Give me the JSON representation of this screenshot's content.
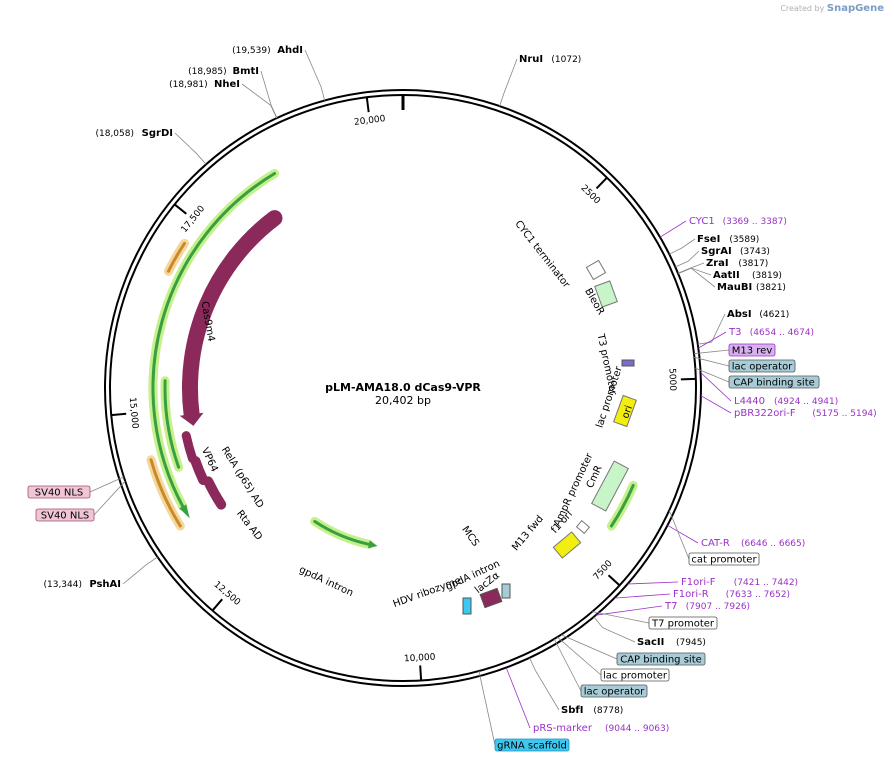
{
  "header": {
    "credit_prefix": "Created by",
    "credit_brand": "SnapGene"
  },
  "plasmid": {
    "name": "pLM-AMA18.0 dCas9-VPR",
    "length": "20,402 bp",
    "total_bp": 20402
  },
  "scale_ticks": [
    {
      "bp": 0,
      "label": ""
    },
    {
      "bp": 2500,
      "label": "2500"
    },
    {
      "bp": 5000,
      "label": "5000"
    },
    {
      "bp": 7500,
      "label": "7500"
    },
    {
      "bp": 10000,
      "label": "10,000"
    },
    {
      "bp": 12500,
      "label": "12,500"
    },
    {
      "bp": 15000,
      "label": "15,000"
    },
    {
      "bp": 17500,
      "label": "17,500"
    },
    {
      "bp": 20000,
      "label": "20,000"
    }
  ],
  "enzyme_sites": [
    {
      "name": "NruI",
      "pos": "(1072)",
      "bp": 1072
    },
    {
      "name": "FseI",
      "pos": "(3589)",
      "bp": 3589
    },
    {
      "name": "SgrAI",
      "pos": "(3743)",
      "bp": 3743
    },
    {
      "name": "ZraI",
      "pos": "(3817)",
      "bp": 3817
    },
    {
      "name": "AatII",
      "pos": "(3819)",
      "bp": 3819
    },
    {
      "name": "MauBI",
      "pos": "(3821)",
      "bp": 3821
    },
    {
      "name": "AbsI",
      "pos": "(4621)",
      "bp": 4621
    },
    {
      "name": "SacII",
      "pos": "(7945)",
      "bp": 7945
    },
    {
      "name": "SbfI",
      "pos": "(8778)",
      "bp": 8778
    },
    {
      "name": "PshAI",
      "pos": "(13,344)",
      "bp": 13344
    },
    {
      "name": "SgrDI",
      "pos": "(18,058)",
      "bp": 18058
    },
    {
      "name": "NheI",
      "pos": "(18,981)",
      "bp": 18981
    },
    {
      "name": "BmtI",
      "pos": "(18,985)",
      "bp": 18985
    },
    {
      "name": "AhdI",
      "pos": "(19,539)",
      "bp": 19539
    }
  ],
  "primers": [
    {
      "name": "CYC1",
      "range": "(3369 .. 3387)",
      "bp": 3378
    },
    {
      "name": "T3",
      "range": "(4654 .. 4674)",
      "bp": 4664
    },
    {
      "name": "L4440",
      "range": "(4924 .. 4941)",
      "bp": 4932
    },
    {
      "name": "pBR322ori-F",
      "range": "(5175 .. 5194)",
      "bp": 5184
    },
    {
      "name": "CAT-R",
      "range": "(6646 .. 6665)",
      "bp": 6655
    },
    {
      "name": "F1ori-F",
      "range": "(7421 .. 7442)",
      "bp": 7431
    },
    {
      "name": "F1ori-R",
      "range": "(7633 .. 7652)",
      "bp": 7642
    },
    {
      "name": "T7",
      "range": "(7907 .. 7926)",
      "bp": 7916
    },
    {
      "name": "pRS-marker",
      "range": "(9044 .. 9063)",
      "bp": 9053
    }
  ],
  "feature_boxes": [
    {
      "name": "M13 rev",
      "kind": "primer-box",
      "bp": 4720
    },
    {
      "name": "lac operator",
      "kind": "protein-bind",
      "bp": 4760
    },
    {
      "name": "CAP binding site",
      "kind": "protein-bind",
      "bp": 4880
    },
    {
      "name": "cat promoter",
      "kind": "promoter",
      "bp": 6500
    },
    {
      "name": "T7 promoter",
      "kind": "promoter",
      "bp": 7920
    },
    {
      "name": "CAP binding site",
      "kind": "protein-bind",
      "bp": 8350
    },
    {
      "name": "lac promoter",
      "kind": "promoter",
      "bp": 8400
    },
    {
      "name": "lac operator",
      "kind": "protein-bind",
      "bp": 8440
    },
    {
      "name": "gRNA scaffold",
      "kind": "ncrna",
      "bp": 9350
    },
    {
      "name": "SV40 NLS",
      "kind": "nls",
      "bp": 14300
    },
    {
      "name": "SV40 NLS",
      "kind": "nls",
      "bp": 14250
    }
  ],
  "inner_labels": [
    {
      "text": "CYC1 terminator"
    },
    {
      "text": "BleoR"
    },
    {
      "text": "T3 promoter"
    },
    {
      "text": "lac promoter"
    },
    {
      "text": "ori"
    },
    {
      "text": "AmpR promoter"
    },
    {
      "text": "CmR"
    },
    {
      "text": "f1 ori"
    },
    {
      "text": "M13 fwd"
    },
    {
      "text": "MCS"
    },
    {
      "text": "gpdA intron"
    },
    {
      "text": "lacZα"
    },
    {
      "text": "HDV ribozyme"
    },
    {
      "text": "gpdA intron"
    },
    {
      "text": "Cas9m4"
    },
    {
      "text": "VP64"
    },
    {
      "text": "RelA (p65) AD"
    },
    {
      "text": "Rta AD"
    }
  ],
  "colors": {
    "backbone": "#000000",
    "enzyme_label": "#000000",
    "primer_label": "#9b30c8",
    "cas9": "#8b2a5a",
    "ori": "#f2ee10",
    "resistance": "#c8f5c8",
    "intron": "#38a040",
    "intron_glow": "#c6f08c",
    "nls_fill": "#f0c6d6",
    "protein_bind_fill": "#a7ccd8",
    "promoter_fill": "#ffffff",
    "ncrna_fill": "#3cc8f0"
  }
}
